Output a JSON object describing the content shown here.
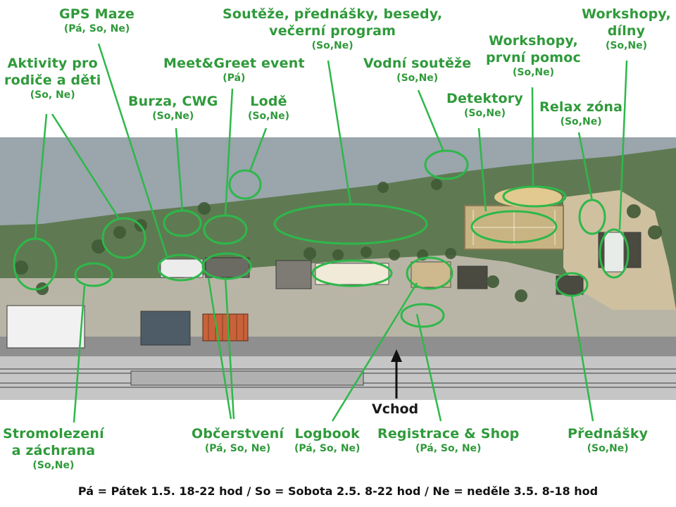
{
  "labels": {
    "gps_maze": {
      "title": "GPS Maze",
      "days": "(Pá, So, Ne)"
    },
    "aktivity": {
      "line1": "Aktivity pro",
      "line2": "rodiče a děti",
      "days": "(So, Ne)"
    },
    "meet_greet": {
      "title": "Meet&Greet event",
      "days": "(Pá)"
    },
    "burza": {
      "title": "Burza, CWG",
      "days": "(So,Ne)"
    },
    "lode": {
      "title": "Lodě",
      "days": "(So,Ne)"
    },
    "souteze": {
      "line1": "Soutěže, přednášky, besedy,",
      "line2": "večerní program",
      "days": "(So,Ne)"
    },
    "vodni": {
      "title": "Vodní soutěže",
      "days": "(So,Ne)"
    },
    "workshopy_pp": {
      "line1": "Workshopy,",
      "line2": "první pomoc",
      "days": "(So,Ne)"
    },
    "detektory": {
      "title": "Detektory",
      "days": "(So,Ne)"
    },
    "relax": {
      "title": "Relax zóna",
      "days": "(So,Ne)"
    },
    "workshopy_dilny": {
      "line1": "Workshopy,",
      "line2": "dílny",
      "days": "(So,Ne)"
    },
    "stromolezeni": {
      "line1": "Stromolezení",
      "line2": "a záchrana",
      "days": "(So,Ne)"
    },
    "obcerstveni": {
      "title": "Občerstvení",
      "days": "(Pá, So, Ne)"
    },
    "logbook": {
      "title": "Logbook",
      "days": "(Pá, So, Ne)"
    },
    "registrace": {
      "title": "Registrace & Shop",
      "days": "(Pá, So, Ne)"
    },
    "prednasky": {
      "title": "Přednášky",
      "days": "(So,Ne)"
    }
  },
  "entrance": "Vchod",
  "legend": "Pá = Pátek 1.5. 18-22 hod / So = Sobota 2.5. 8-22 hod / Ne = neděle 3.5. 8-18 hod",
  "colors": {
    "label_green": "#2f9a3a",
    "marker_green": "#2eb84a",
    "water": "#9aa5ac",
    "grass": "#5f7a52",
    "sand": "#e2c98f"
  }
}
